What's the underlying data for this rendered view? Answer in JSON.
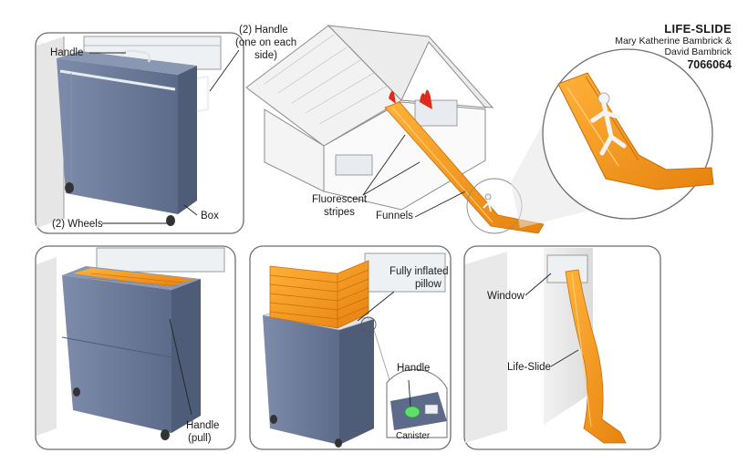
{
  "header": {
    "title": "LIFE-SLIDE",
    "inventors_line1": "Mary Katherine Bambrick &",
    "inventors_line2": "David Bambrick",
    "number": "7066064"
  },
  "panel_box": {
    "handle_top": "Handle",
    "handle_side_1": "(2) Handle",
    "handle_side_2": "(one on each",
    "handle_side_3": "side)",
    "wheels": "(2) Wheels",
    "box": "Box"
  },
  "panel_house": {
    "fluorescent_1": "Fluorescent",
    "fluorescent_2": "stripes",
    "funnels": "Funnels"
  },
  "panel_open": {
    "handle_pull_1": "Handle",
    "handle_pull_2": "(pull)"
  },
  "panel_inflated": {
    "pillow_1": "Fully inflated",
    "pillow_2": "pillow",
    "handle": "Handle",
    "canister": "Canister"
  },
  "panel_window": {
    "window": "Window",
    "life_slide": "Life-Slide"
  },
  "colors": {
    "box_blue": "#6b7a99",
    "box_dark": "#4f5c78",
    "slide_orange": "#f59a1e",
    "slide_dark": "#d97a0a",
    "flame_red": "#e02a1a",
    "panel_border": "#6e6e6e"
  }
}
